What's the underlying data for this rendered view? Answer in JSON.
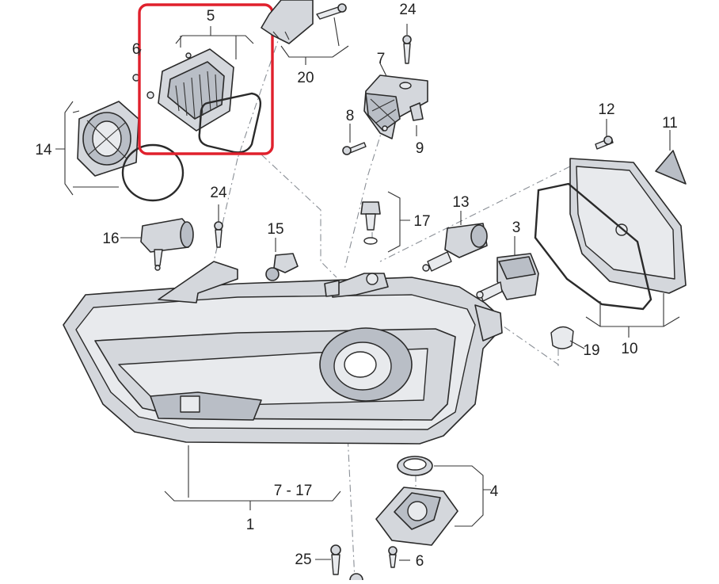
{
  "diagram": {
    "highlight_color": "#e0202c",
    "labels": {
      "p1": "1",
      "p3": "3",
      "p4": "4",
      "p5": "5",
      "p6_top": "6",
      "p6_bottom": "6",
      "p7": "7",
      "p7_17": "7 - 17",
      "p8": "8",
      "p9": "9",
      "p10": "10",
      "p11": "11",
      "p12": "12",
      "p13": "13",
      "p14": "14",
      "p15": "15",
      "p16": "16",
      "p17": "17",
      "p19": "19",
      "p20": "20",
      "p24_top": "24",
      "p24_left": "24",
      "p25": "25"
    }
  }
}
